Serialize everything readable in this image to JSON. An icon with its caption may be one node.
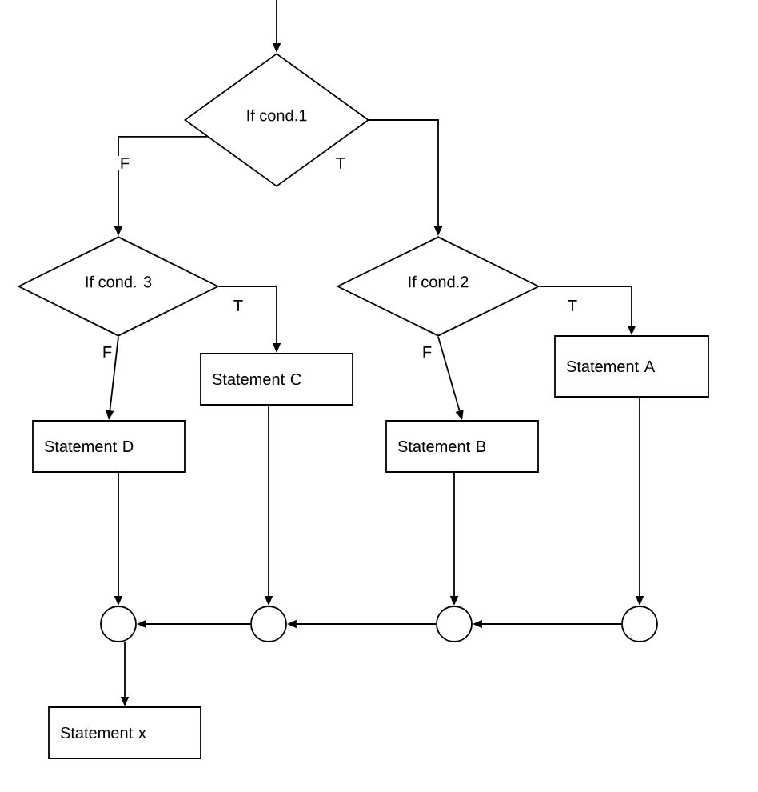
{
  "diagram": {
    "nodes": [
      {
        "text": [
          "If cond.1"
        ]
      },
      {
        "text": [
          "If cond. 3"
        ]
      },
      {
        "text": [
          "If cond.2"
        ]
      },
      {
        "text": [
          "Statement C"
        ]
      },
      {
        "text": [
          "Statement A"
        ]
      },
      {
        "text": [
          "Statement D"
        ]
      },
      {
        "text": [
          "Statement B"
        ]
      },
      {
        "text": [],
        "shape": "circle"
      },
      {
        "text": [],
        "shape": "circle"
      },
      {
        "text": [],
        "shape": "circle"
      },
      {
        "text": [],
        "shape": "circle"
      },
      {
        "text": [
          "Statement x"
        ]
      }
    ],
    "edges": [
      {
        "from": null,
        "to": 0,
        "arrow": "to"
      },
      {
        "from": 0,
        "to": 1,
        "arrow": "to",
        "label": "F"
      },
      {
        "from": 0,
        "to": 2,
        "arrow": "to",
        "label": "T"
      },
      {
        "from": 1,
        "to": 5,
        "arrow": "to",
        "label": "F"
      },
      {
        "from": 1,
        "to": 3,
        "arrow": "to",
        "label": "T"
      },
      {
        "from": 2,
        "to": 6,
        "arrow": "to",
        "label": "F"
      },
      {
        "from": 2,
        "to": 4,
        "arrow": "to",
        "label": "T"
      },
      {
        "from": 5,
        "to": 7,
        "arrow": "to"
      },
      {
        "from": 3,
        "to": 8,
        "arrow": "to"
      },
      {
        "from": 6,
        "to": 9,
        "arrow": "to"
      },
      {
        "from": 4,
        "to": 10,
        "arrow": "to"
      },
      {
        "from": 10,
        "to": 9,
        "arrow": "to"
      },
      {
        "from": 9,
        "to": 8,
        "arrow": "to"
      },
      {
        "from": 8,
        "to": 7,
        "arrow": "to"
      },
      {
        "from": 7,
        "to": 11,
        "arrow": "to"
      }
    ]
  }
}
